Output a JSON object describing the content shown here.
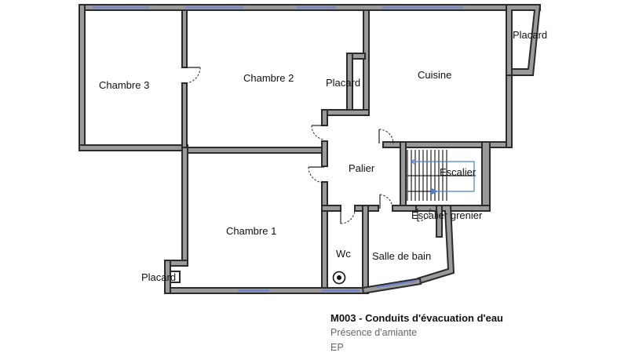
{
  "rooms": {
    "chambre3": "Chambre 3",
    "chambre2": "Chambre 2",
    "placard_center": "Placard",
    "cuisine": "Cuisine",
    "placard_top_right": "Placard",
    "palier": "Palier",
    "escalier": "Escalier",
    "escalier_grenier": "Escalier grenier",
    "chambre1": "Chambre 1",
    "wc": "Wc",
    "salle_de_bain": "Salle de bain",
    "placard_left": "Placard"
  },
  "legend": {
    "title": "M003 - Conduits d'évacuation d'eau",
    "line1": "Présence d'amiante",
    "line2": "EP"
  },
  "colors": {
    "wall_fill": "#9a9a9a",
    "wall_outline": "#2b2b2b",
    "window": "#6b80d6",
    "stair_arrow": "#4a7fd8"
  },
  "icons": {
    "drain": "target-circle"
  }
}
